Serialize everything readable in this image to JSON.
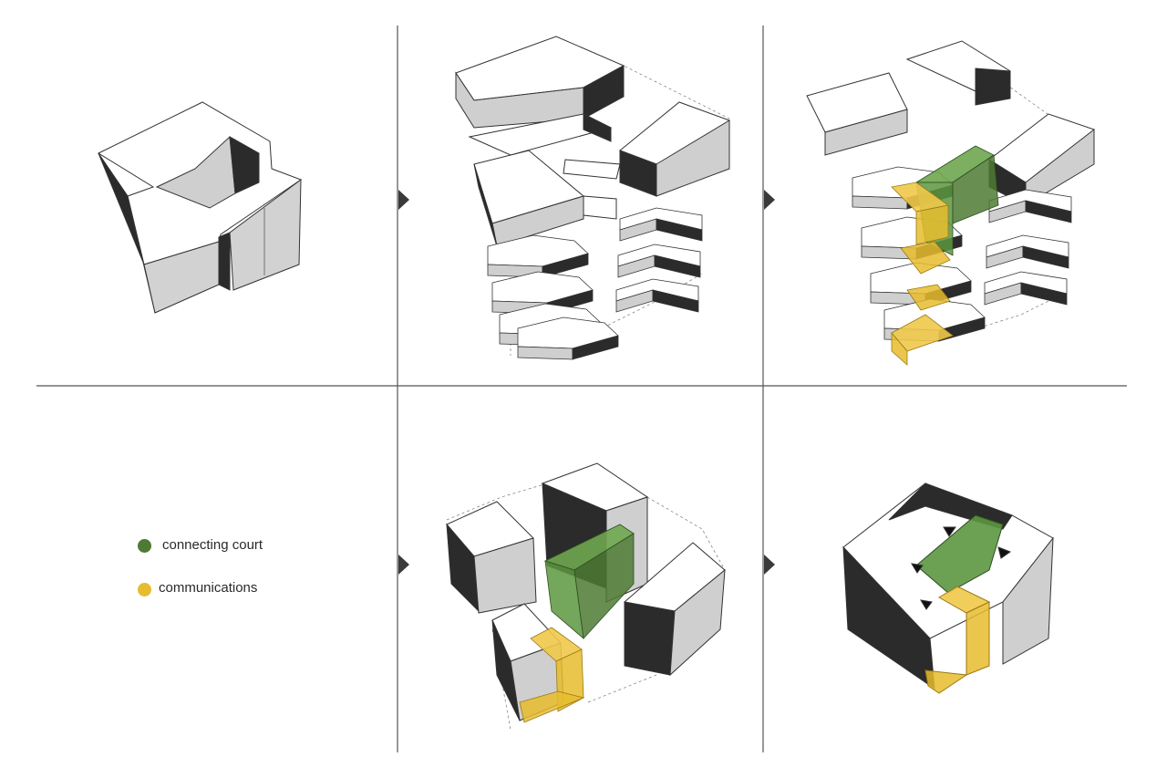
{
  "legend": {
    "items": [
      {
        "key": "green",
        "label": "connecting court",
        "color": "#4e7a34"
      },
      {
        "key": "yellow",
        "label": "communications",
        "color": "#e7bc2e"
      }
    ]
  },
  "colors": {
    "roof": "#ffffff",
    "wall_light": "#d2d2d2",
    "wall_dark": "#2b2b2b",
    "green_fill": "#5c9640",
    "yellow_fill": "#e7bc2e",
    "divider": "#555555"
  },
  "panels": [
    {
      "id": "panel-1",
      "step": "single-volume-massing"
    },
    {
      "id": "panel-2",
      "step": "stacked-floor-slabs"
    },
    {
      "id": "panel-3",
      "step": "slabs-with-court-and-core"
    },
    {
      "id": "panel-4",
      "step": "legend"
    },
    {
      "id": "panel-5",
      "step": "blocks-with-court-and-core"
    },
    {
      "id": "panel-6",
      "step": "final-massing"
    }
  ]
}
